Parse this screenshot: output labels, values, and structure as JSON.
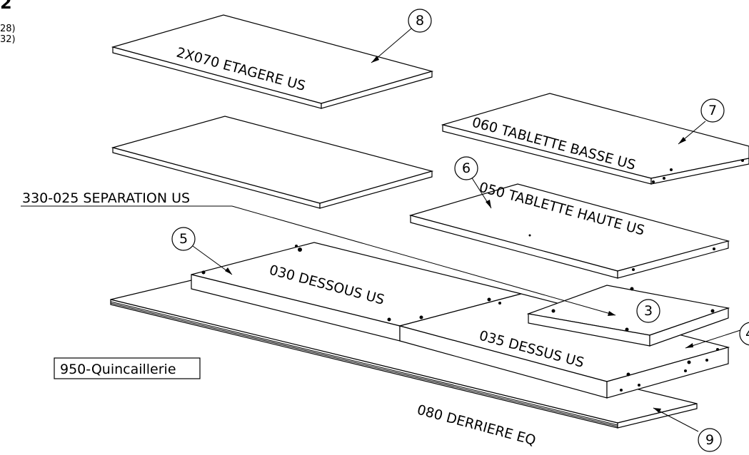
{
  "corner": {
    "big": "2",
    "line1": "28)",
    "line2": "32)"
  },
  "labels": {
    "etagere": "2X070 ETAGERE US",
    "tablette_basse": "060 TABLETTE BASSE US",
    "tablette_haute": "050 TABLETTE HAUTE US",
    "separation": "330-025 SEPARATION US",
    "dessous": "030 DESSOUS US",
    "dessus": "035 DESSUS US",
    "quincaillerie": "950-Quincaillerie",
    "derriere": "080 DERRIERE EQ"
  },
  "balloons": {
    "b8": "8",
    "b7": "7",
    "b6": "6",
    "b5": "5",
    "b3": "3",
    "b4": "4",
    "b9": "9"
  }
}
